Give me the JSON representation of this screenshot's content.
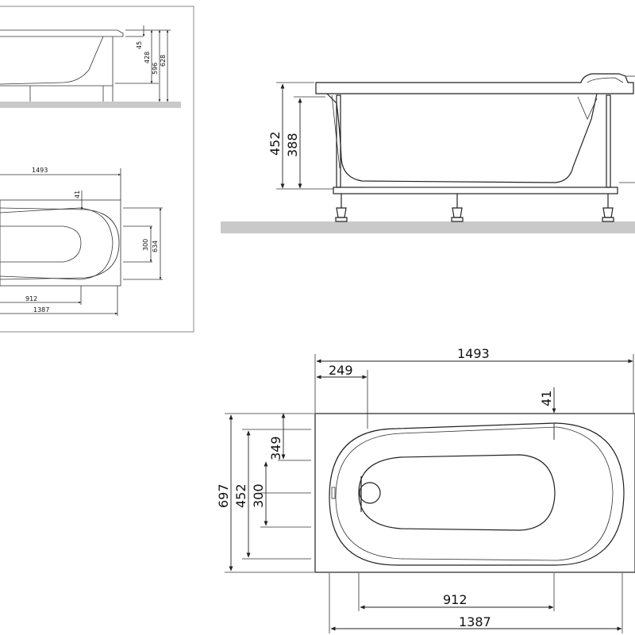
{
  "inset": {
    "side_dims": [
      "45",
      "428",
      "596",
      "628"
    ],
    "plan_dims": [
      "1493",
      "41",
      "300",
      "634",
      "912",
      "1387"
    ]
  },
  "side_view": {
    "dims": [
      "452",
      "388"
    ]
  },
  "plan_view": {
    "top_dims": [
      "1493",
      "249",
      "41"
    ],
    "left_dims": [
      "697",
      "452",
      "300",
      "349"
    ],
    "bottom_dims": [
      "912",
      "1387"
    ]
  }
}
